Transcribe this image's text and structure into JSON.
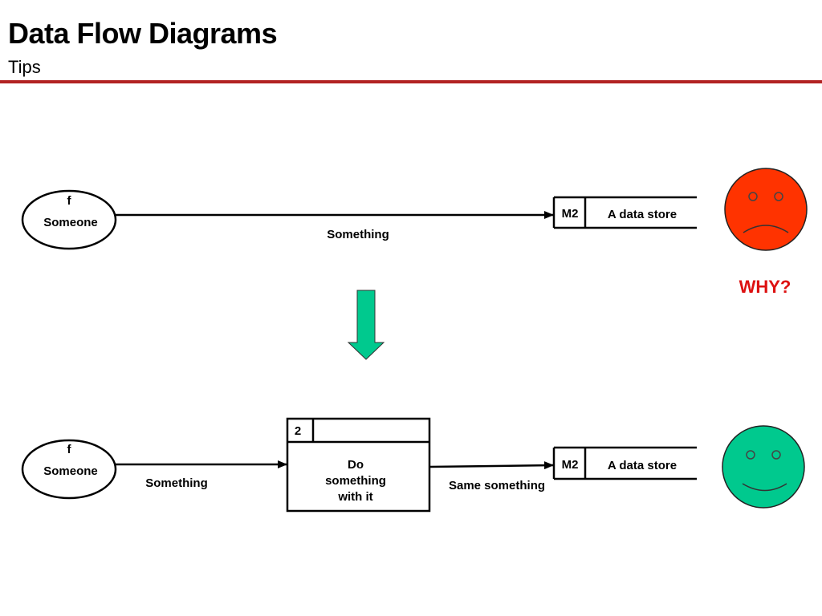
{
  "header": {
    "title": "Data Flow Diagrams",
    "subtitle": "Tips",
    "rule_color": "#B22222"
  },
  "diagram_top": {
    "entity_id": "f",
    "entity_label": "Someone",
    "flow_label": "Something",
    "store_id": "M2",
    "store_label": "A data store"
  },
  "transition_arrow": {
    "color": "#00C98E"
  },
  "diagram_bottom": {
    "entity_id": "f",
    "entity_label": "Someone",
    "flow_in_label": "Something",
    "process_number": "2",
    "process_lines": [
      "Do",
      "something",
      "with it"
    ],
    "flow_out_label": "Same something",
    "store_id": "M2",
    "store_label": "A data store"
  },
  "sad_face": {
    "color": "#FF3300",
    "caption": "WHY?",
    "caption_color": "#DD1111"
  },
  "happy_face": {
    "color": "#00C98E"
  }
}
